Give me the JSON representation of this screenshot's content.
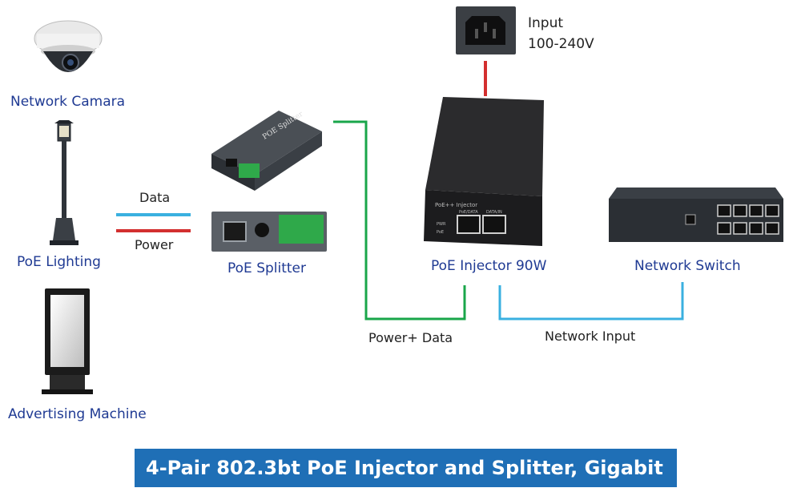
{
  "labels": {
    "network_camera": "Network Camara",
    "poe_lighting": "PoE Lighting",
    "advertising_machine": "Advertising Machine",
    "data": "Data",
    "power": "Power",
    "poe_splitter": "PoE Splitter",
    "input_line1": "Input",
    "input_line2": "100-240V",
    "poe_injector": "PoE Injector 90W",
    "network_switch": "Network Switch",
    "power_data": "Power+ Data",
    "network_input": "Network Input"
  },
  "device_text": {
    "splitter_top": "POE Splitter",
    "injector_top": "PoE++ Injector",
    "injector_pwr": "PWR",
    "injector_poe": "PoE",
    "injector_port1": "PoE/DATA",
    "injector_port2": "DATA/IN"
  },
  "banner": "4-Pair 802.3bt PoE Injector and Splitter, Gigabit",
  "colors": {
    "label_blue": "#1f3a93",
    "data_line": "#3ab0e0",
    "power_line": "#d32f2f",
    "green_cable": "#19a64a",
    "blue_cable": "#3ab0e0",
    "banner_bg": "#1f6fb6"
  }
}
